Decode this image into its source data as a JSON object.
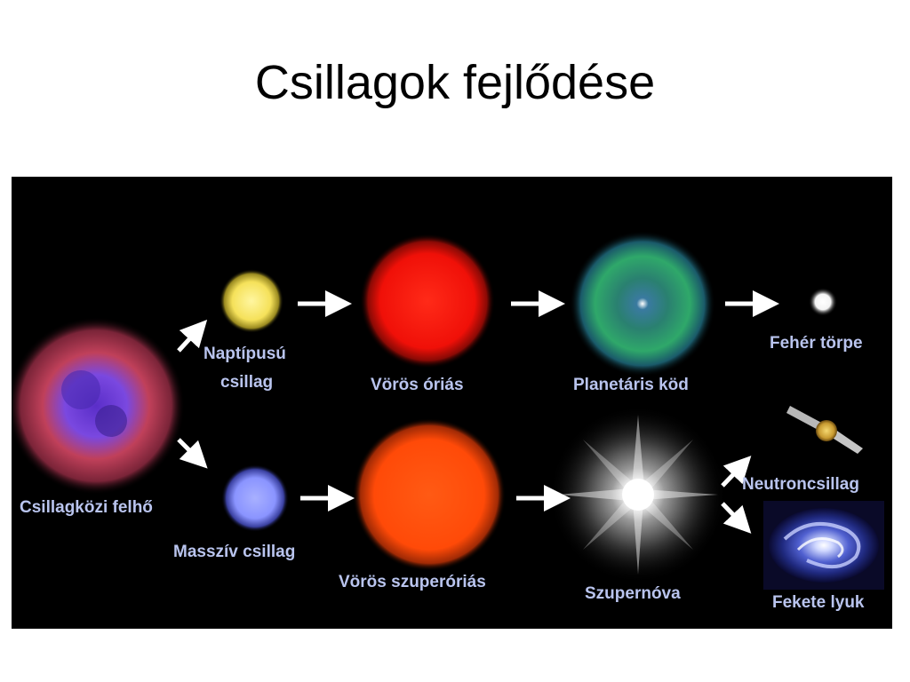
{
  "title": "Csillagok fejlődése",
  "stages": {
    "cloud": "Csillagközi felhő",
    "sunlike_line1": "Naptípusú",
    "sunlike_line2": "csillag",
    "red_giant": "Vörös óriás",
    "planetary_nebula": "Planetáris köd",
    "white_dwarf": "Fehér törpe",
    "massive_star": "Masszív csillag",
    "red_supergiant": "Vörös szuperóriás",
    "supernova": "Szupernóva",
    "neutron_star": "Neutroncsillag",
    "black_hole": "Fekete lyuk"
  },
  "colors": {
    "background": "#000000",
    "label": "#b9c4ee",
    "sunlike": "#f5e15a",
    "red_giant": "#ff1a10",
    "massive": "#8a94ff",
    "red_supergiant": "#ff5a10",
    "nebula": "#2fa86a",
    "cloud_outer": "#c0405a",
    "cloud_inner": "#6a3ad8"
  }
}
